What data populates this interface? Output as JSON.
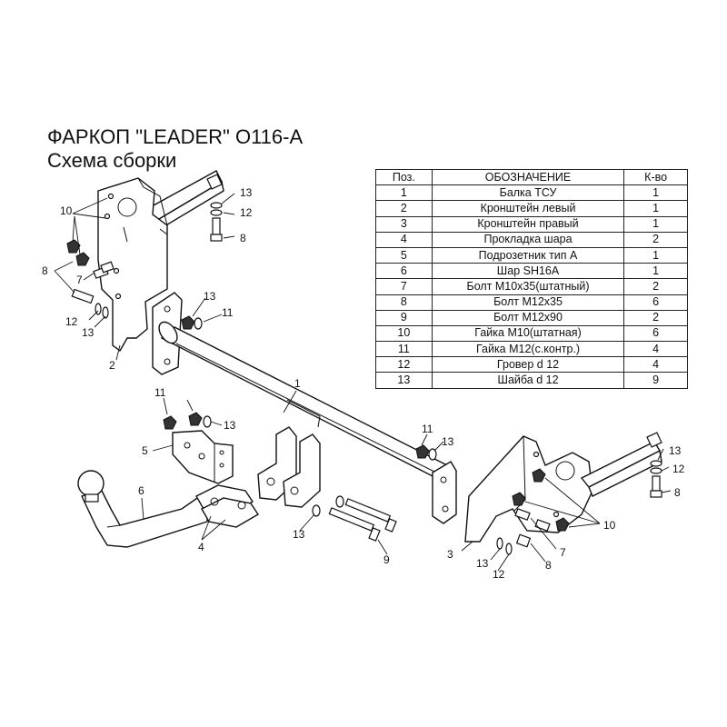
{
  "header": {
    "title": "ФАРКОП \"LEADER\" O116-A",
    "subtitle": "Схема сборки"
  },
  "parts_table": {
    "headers": [
      "Поз.",
      "ОБОЗНАЧЕНИЕ",
      "К-во"
    ],
    "rows": [
      [
        "1",
        "Балка ТСУ",
        "1"
      ],
      [
        "2",
        "Кронштейн левый",
        "1"
      ],
      [
        "3",
        "Кронштейн правый",
        "1"
      ],
      [
        "4",
        "Прокладка шара",
        "2"
      ],
      [
        "5",
        "Подрозетник тип А",
        "1"
      ],
      [
        "6",
        "Шар SH16A",
        "1"
      ],
      [
        "7",
        "Болт М10х35(штатный)",
        "2"
      ],
      [
        "8",
        "Болт М12х35",
        "6"
      ],
      [
        "9",
        "Болт М12х90",
        "2"
      ],
      [
        "10",
        "Гайка М10(штатная)",
        "6"
      ],
      [
        "11",
        "Гайка М12(с.контр.)",
        "4"
      ],
      [
        "12",
        "Гровер d 12",
        "4"
      ],
      [
        "13",
        "Шайба d 12",
        "9"
      ]
    ]
  },
  "callouts": {
    "beam": "1",
    "left_bracket": "2",
    "right_bracket": "3",
    "ball_spacer": "4",
    "socket_plate": "5",
    "tow_ball": "6",
    "m10_bolt": "7",
    "m12x35_bolt": "8",
    "m12x90_bolt": "9",
    "m10_nut": "10",
    "m12_nut": "11",
    "lock_washer": "12",
    "flat_washer": "13"
  }
}
